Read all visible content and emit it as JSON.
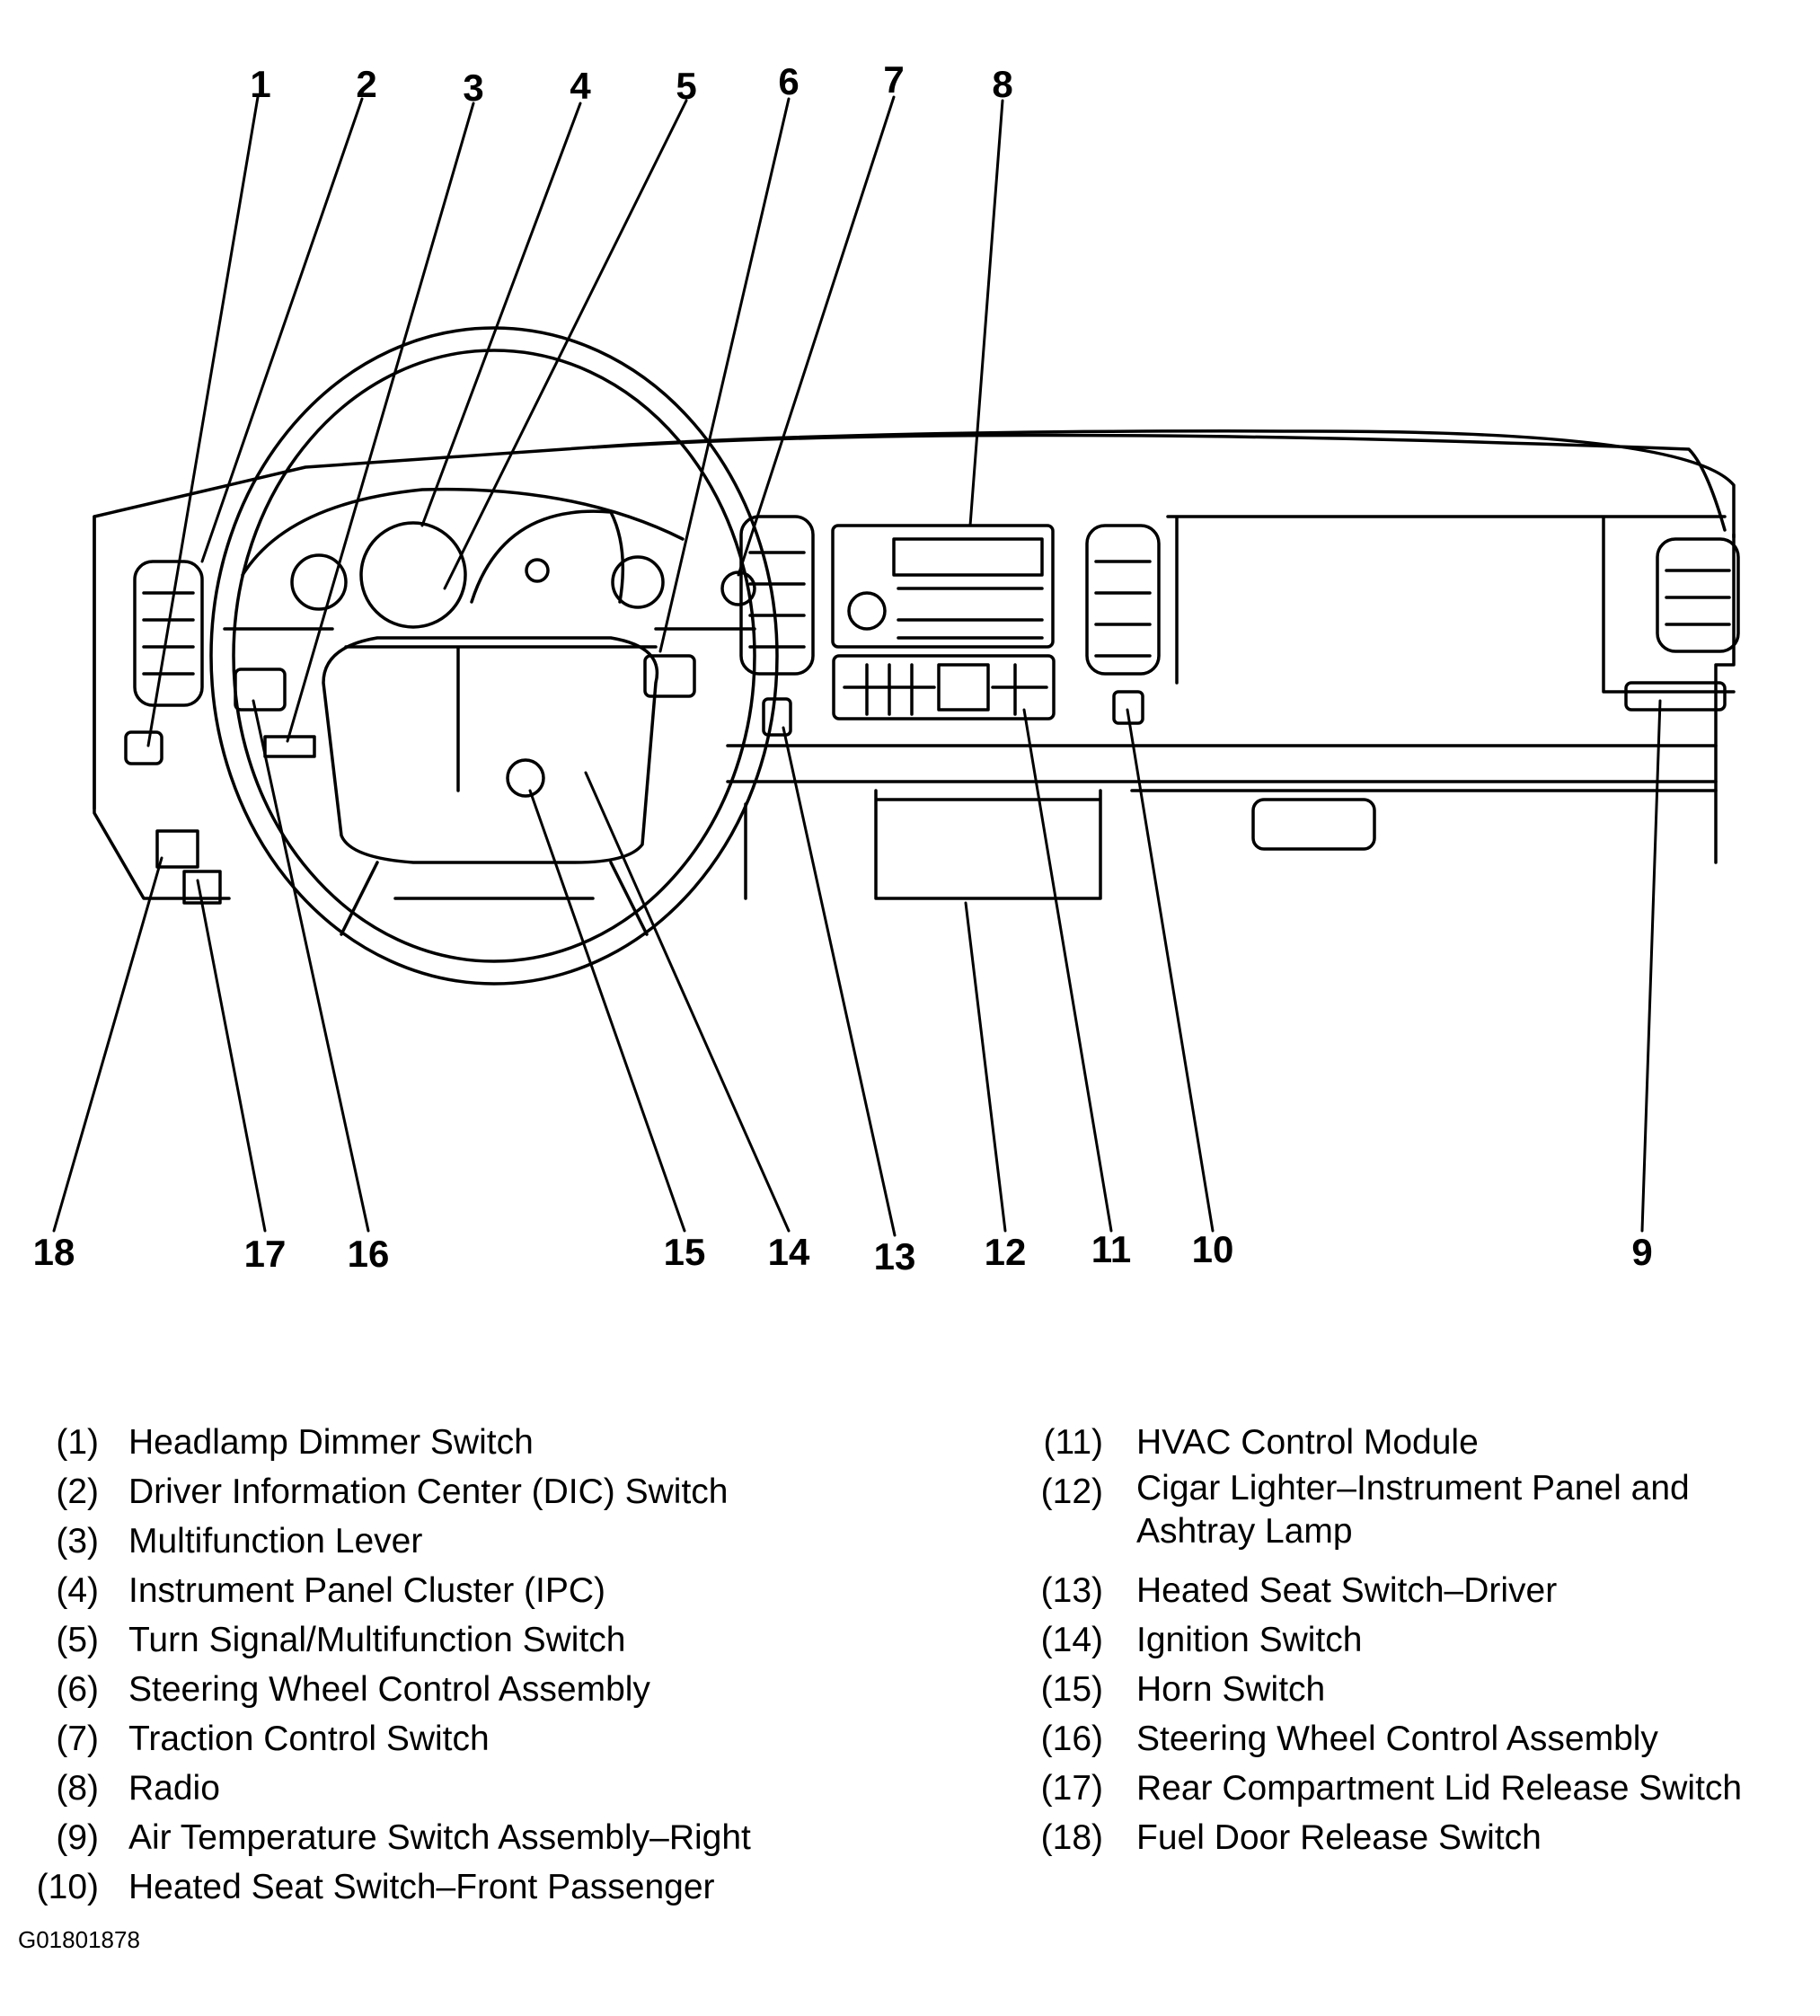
{
  "callout_numbers": [
    "1",
    "2",
    "3",
    "4",
    "5",
    "6",
    "7",
    "8",
    "9",
    "10",
    "11",
    "12",
    "13",
    "14",
    "15",
    "16",
    "17",
    "18"
  ],
  "legend": [
    {
      "num": "(1)",
      "text": "Headlamp Dimmer Switch"
    },
    {
      "num": "(2)",
      "text": "Driver Information Center (DIC) Switch"
    },
    {
      "num": "(3)",
      "text": "Multifunction Lever"
    },
    {
      "num": "(4)",
      "text": "Instrument Panel Cluster (IPC)"
    },
    {
      "num": "(5)",
      "text": "Turn Signal/Multifunction Switch"
    },
    {
      "num": "(6)",
      "text": "Steering Wheel Control Assembly"
    },
    {
      "num": "(7)",
      "text": "Traction Control Switch"
    },
    {
      "num": "(8)",
      "text": "Radio"
    },
    {
      "num": "(9)",
      "text": "Air Temperature Switch Assembly–Right"
    },
    {
      "num": "(10)",
      "text": "Heated Seat Switch–Front Passenger"
    },
    {
      "num": "(11)",
      "text": "HVAC Control Module"
    },
    {
      "num": "(12)",
      "text": "Cigar Lighter–Instrument Panel and\nAshtray Lamp"
    },
    {
      "num": "(13)",
      "text": "Heated Seat Switch–Driver"
    },
    {
      "num": "(14)",
      "text": "Ignition Switch"
    },
    {
      "num": "(15)",
      "text": "Horn Switch"
    },
    {
      "num": "(16)",
      "text": "Steering Wheel Control Assembly"
    },
    {
      "num": "(17)",
      "text": "Rear Compartment Lid Release Switch"
    },
    {
      "num": "(18)",
      "text": "Fuel Door Release Switch"
    }
  ],
  "figure_id": "G01801878"
}
